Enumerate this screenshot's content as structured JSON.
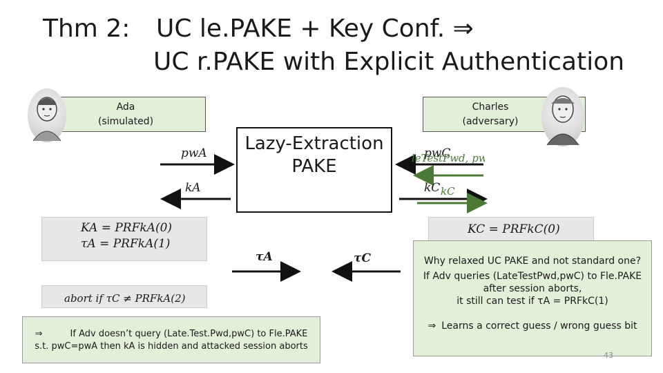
{
  "slide": {
    "title_prefix": "Thm 2:",
    "title_line1": "UC le.PAKE + Key Conf.  ⇒",
    "title_line2": "UC r.PAKE with Explicit Authentication",
    "page_number": "43"
  },
  "ada": {
    "name": "Ada",
    "role": "(simulated)",
    "pw_label": "pwA",
    "k_label": "kA",
    "eq1": "KA = PRFkA(0)",
    "eq2": "τA = PRFkA(1)",
    "abort": "abort if τC ≠ PRFkA(2)"
  },
  "charles": {
    "name": "Charles",
    "role": "(adversary)",
    "pw_label": "pwC",
    "k_label": "kC",
    "green_query": "leTestPwd, pw",
    "green_k": "kC",
    "eq1": "KC = PRFkC(0)"
  },
  "pake": {
    "line1": "Lazy-Extraction",
    "line2": "PAKE"
  },
  "tau": {
    "left": "τA",
    "right": "τC"
  },
  "bottom_note": {
    "arrow": "⇒",
    "line1": "If Adv doesn’t query (Late.Test.Pwd,pwC) to Fle.PAKE",
    "line2": "s.t. pwC=pwA  then kA is hidden and attacked session aborts"
  },
  "why_box": {
    "heading": "Why relaxed UC PAKE and not standard one?",
    "line1": "If Adv queries (LateTestPwd,pwC) to Fle.PAKE",
    "line2": "after session aborts,",
    "line3": "it still can test if τA = PRFkC(1)",
    "arrow": "⇒",
    "line4": "Learns a correct guess / wrong guess bit"
  }
}
